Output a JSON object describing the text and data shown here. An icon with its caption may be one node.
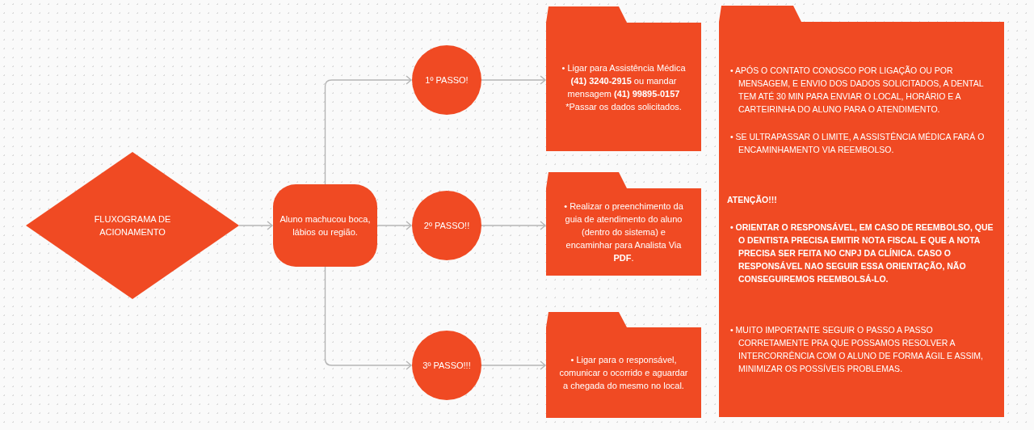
{
  "diagram": {
    "nodes": [
      {
        "text": [
          "FLUXOGRAMA DE ACIONAMENTO"
        ]
      },
      {
        "text": [
          "Aluno machucou boca, lábios ou região."
        ]
      },
      {
        "text": [
          "1º PASSO!"
        ]
      },
      {
        "text": [
          "• Ligar para Assistência Médica **(41) 3240-2915** ou mandar mensagem **(41) 99895-0157**",
          "*Passar os dados solicitados."
        ]
      },
      {
        "text": [
          "2º PASSO!!"
        ]
      },
      {
        "text": [
          "• Realizar o preenchimento da guia de atendimento do aluno (dentro do sistema) e encaminhar para Analista Via **PDF**."
        ]
      },
      {
        "text": [
          "3º PASSO!!!"
        ]
      },
      {
        "text": [
          "• Ligar para o responsável, comunicar o ocorrido e aguardar a chegada do mesmo no local."
        ]
      },
      {
        "text": [
          "• APÓS O CONTATO CONOSCO POR LIGAÇÃO OU POR MENSAGEM, E ENVIO DOS DADOS SOLICITADOS, A DENTAL TEM ATÉ 30 MIN PARA ENVIAR O LOCAL, HORÁRIO E A CARTEIRINHA DO ALUNO PARA O ATENDIMENTO.",
          "• SE ULTRAPASSAR O LIMITE, A ASSISTÊNCIA MÉDICA FARÁ O ENCAMINHAMENTO VIA REEMBOLSO.",
          "ATENÇÃO!!!",
          "• ORIENTAR O RESPONSÁVEL, EM CASO DE REEMBOLSO, QUE O DENTISTA PRECISA EMITIR NOTA FISCAL E QUE A NOTA PRECISA SER FEITA NO CNPJ DA CLÍNICA. CASO O RESPONSÁVEL NAO SEGUIR ESSA ORIENTAÇÃO, NÃO CONSEGUIREMOS REEMBOLSÁ-LO.",
          "• MUITO IMPORTANTE SEGUIR O PASSO A PASSO CORRETAMENTE PRA QUE POSSAMOS RESOLVER A INTERCORRÊNCIA COM O ALUNO DE FORMA ÁGIL E ASSIM, MINIMIZAR OS POSSÍVEIS PROBLEMAS."
        ]
      }
    ],
    "edges": [
      {
        "from": 0,
        "to": 1,
        "arrow": "to"
      },
      {
        "from": 1,
        "to": 2,
        "arrow": "to"
      },
      {
        "from": 1,
        "to": 4,
        "arrow": "to"
      },
      {
        "from": 1,
        "to": 6,
        "arrow": "to"
      },
      {
        "from": 2,
        "to": 3,
        "arrow": "to"
      },
      {
        "from": 4,
        "to": 5,
        "arrow": "to"
      },
      {
        "from": 6,
        "to": 7,
        "arrow": "to"
      }
    ]
  }
}
